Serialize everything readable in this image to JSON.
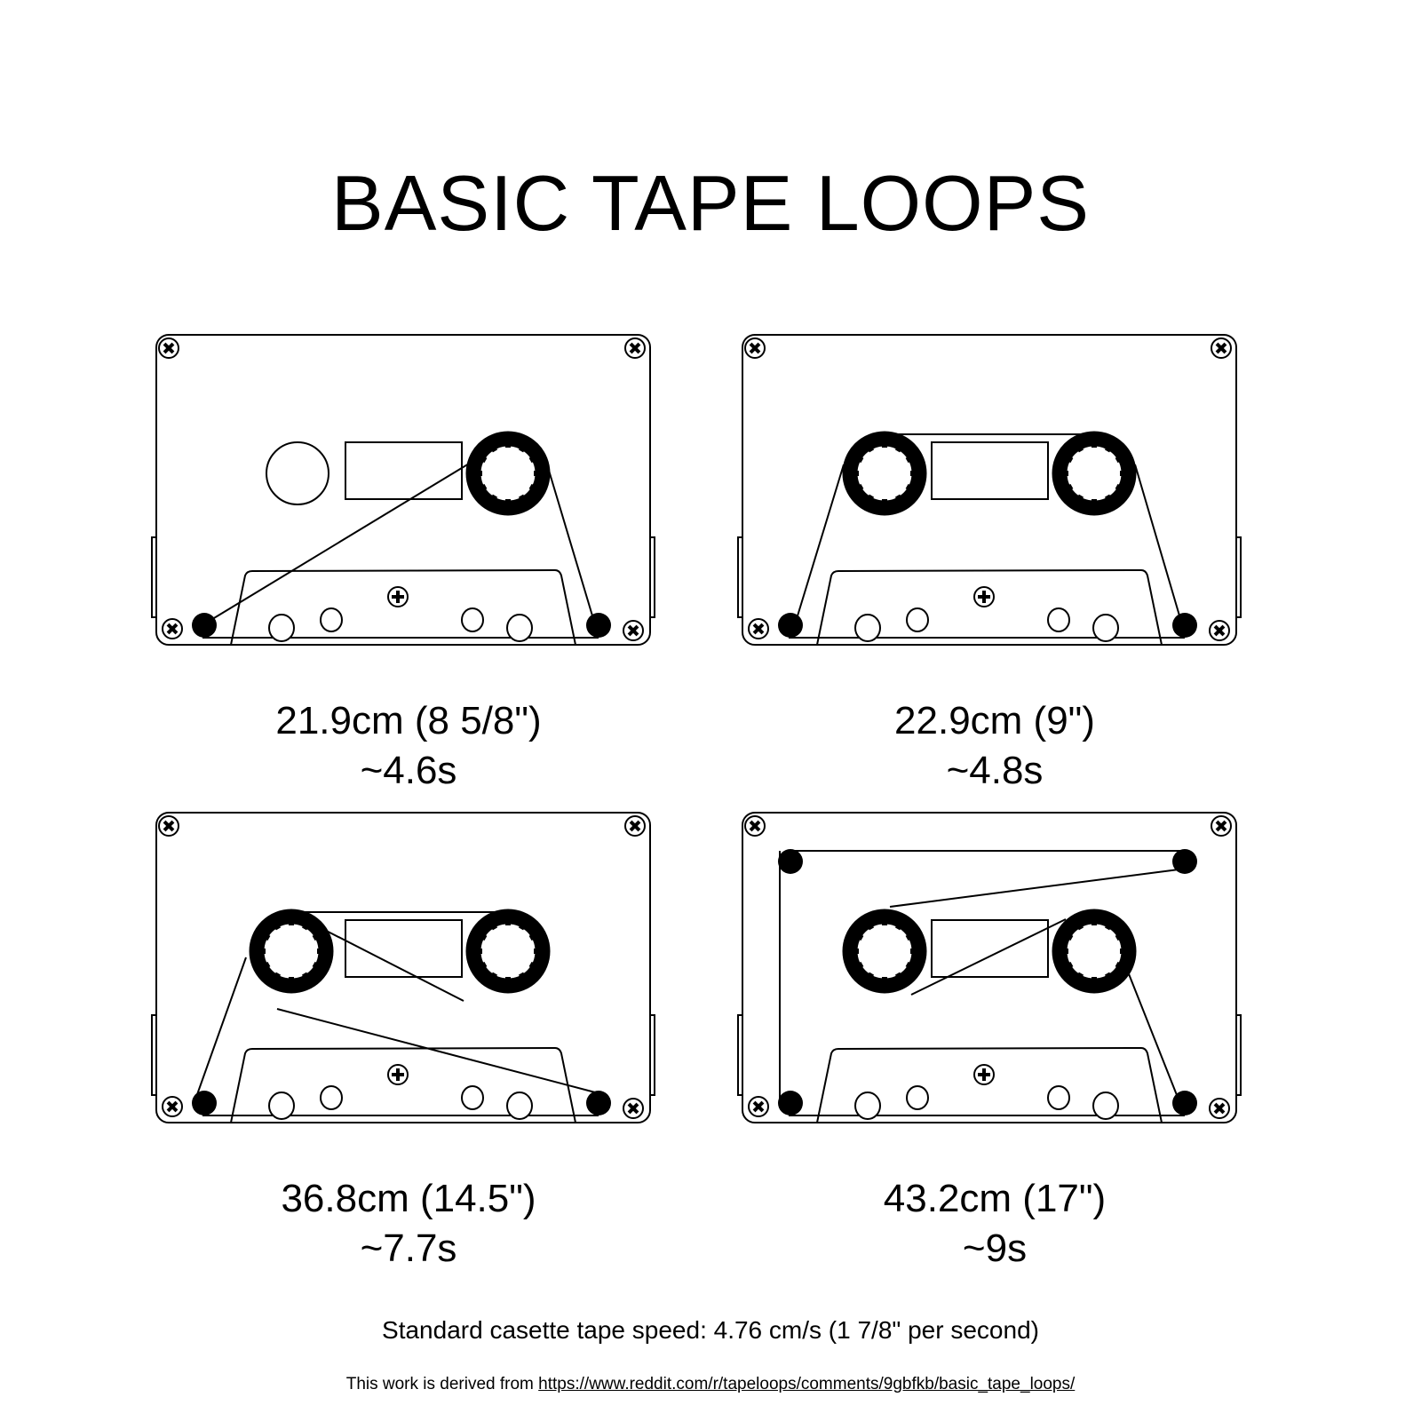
{
  "title": "BASIC TAPE LOOPS",
  "colors": {
    "ink": "#000000",
    "background": "#ffffff"
  },
  "loops": [
    {
      "length": "21.9cm (8 5/8\")",
      "duration": "~4.6s",
      "variant": "single-reel"
    },
    {
      "length": "22.9cm (9\")",
      "duration": "~4.8s",
      "variant": "two-reel"
    },
    {
      "length": "36.8cm (14.5\")",
      "duration": "~7.7s",
      "variant": "two-reel-cross"
    },
    {
      "length": "43.2cm (17\")",
      "duration": "~9s",
      "variant": "four-guide"
    }
  ],
  "footer": {
    "speed_note": "Standard casette tape speed: 4.76 cm/s (1 7/8\" per second)",
    "credit_prefix": "This work is derived from ",
    "credit_link": "https://www.reddit.com/r/tapeloops/comments/9gbfkb/basic_tape_loops/"
  }
}
